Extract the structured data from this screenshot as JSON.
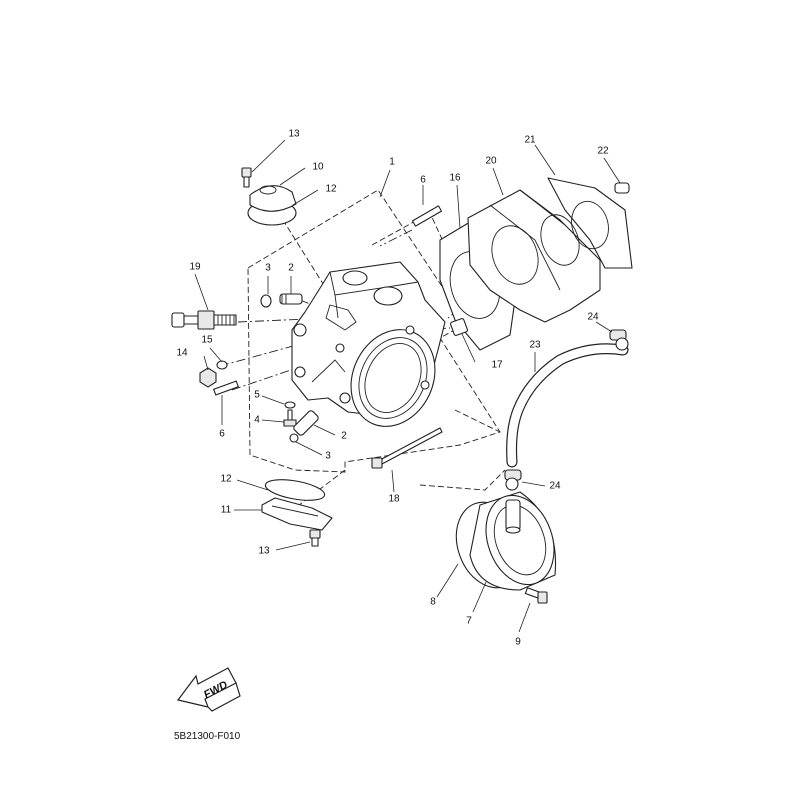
{
  "diagram": {
    "drawing_code": "5B21300-F010",
    "fwd_label": "FWD",
    "callouts": [
      "1",
      "2",
      "2",
      "3",
      "3",
      "4",
      "5",
      "6",
      "6",
      "7",
      "8",
      "9",
      "10",
      "11",
      "12",
      "12",
      "13",
      "13",
      "14",
      "15",
      "16",
      "17",
      "18",
      "19",
      "20",
      "21",
      "22",
      "23",
      "24",
      "24"
    ]
  }
}
